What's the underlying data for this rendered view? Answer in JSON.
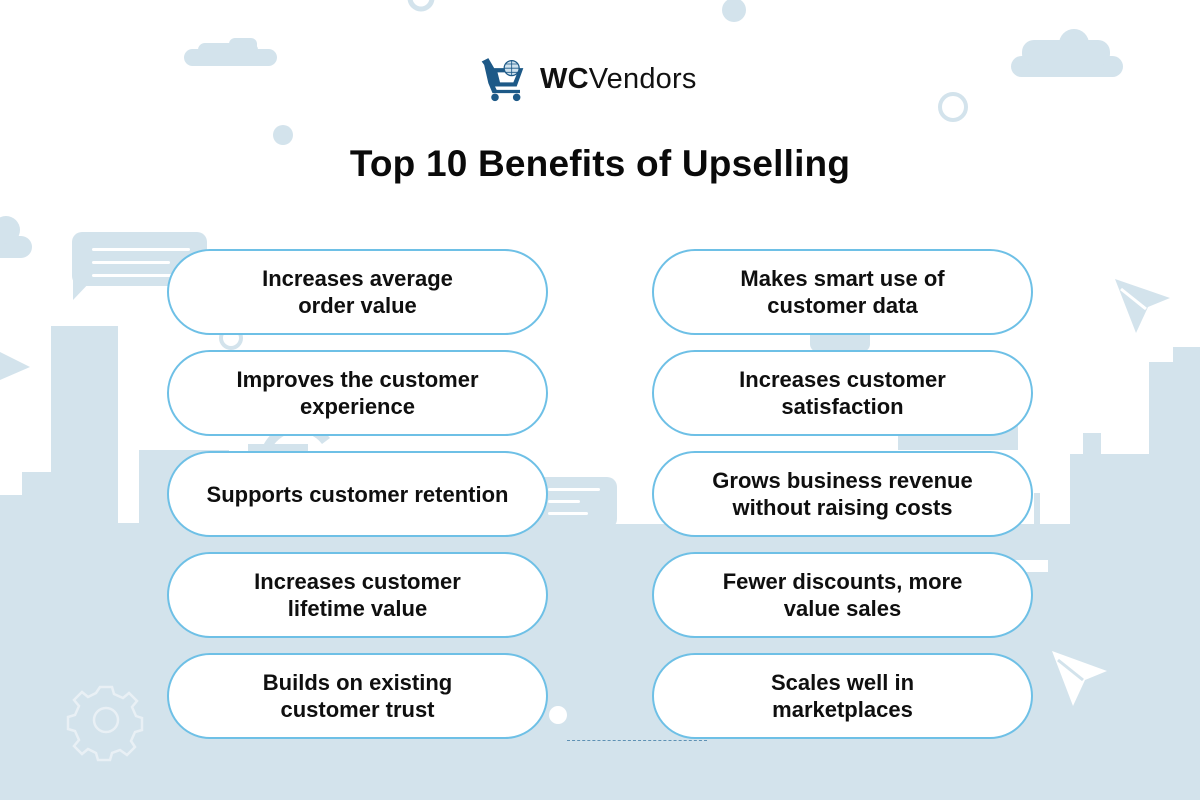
{
  "brand": {
    "name_bold": "WC",
    "name_regular": "Vendors",
    "icon": "shopping-cart-globe-icon",
    "color": "#1d5987"
  },
  "title": "Top 10 Benefits of Upselling",
  "colors": {
    "background": "#ffffff",
    "decor": "#d3e3ec",
    "pill_border": "#6ec0e6",
    "text": "#0f0f0f"
  },
  "benefits": {
    "left": [
      {
        "label": "Increases average\norder value"
      },
      {
        "label": "Improves the customer\nexperience"
      },
      {
        "label": "Supports customer retention"
      },
      {
        "label": "Increases customer\nlifetime value"
      },
      {
        "label": "Builds on existing\ncustomer trust"
      }
    ],
    "right": [
      {
        "label": "Makes smart use of\ncustomer data"
      },
      {
        "label": "Increases customer\nsatisfaction"
      },
      {
        "label": "Grows business revenue\nwithout raising costs"
      },
      {
        "label": "Fewer discounts, more\nvalue sales"
      },
      {
        "label": "Scales well in\nmarketplaces"
      }
    ]
  },
  "decorations": [
    "cloud-icon",
    "circle-ring-icon",
    "dot-icon",
    "chat-bubble-icon",
    "paper-plane-icon",
    "gear-icon",
    "city-skyline"
  ]
}
